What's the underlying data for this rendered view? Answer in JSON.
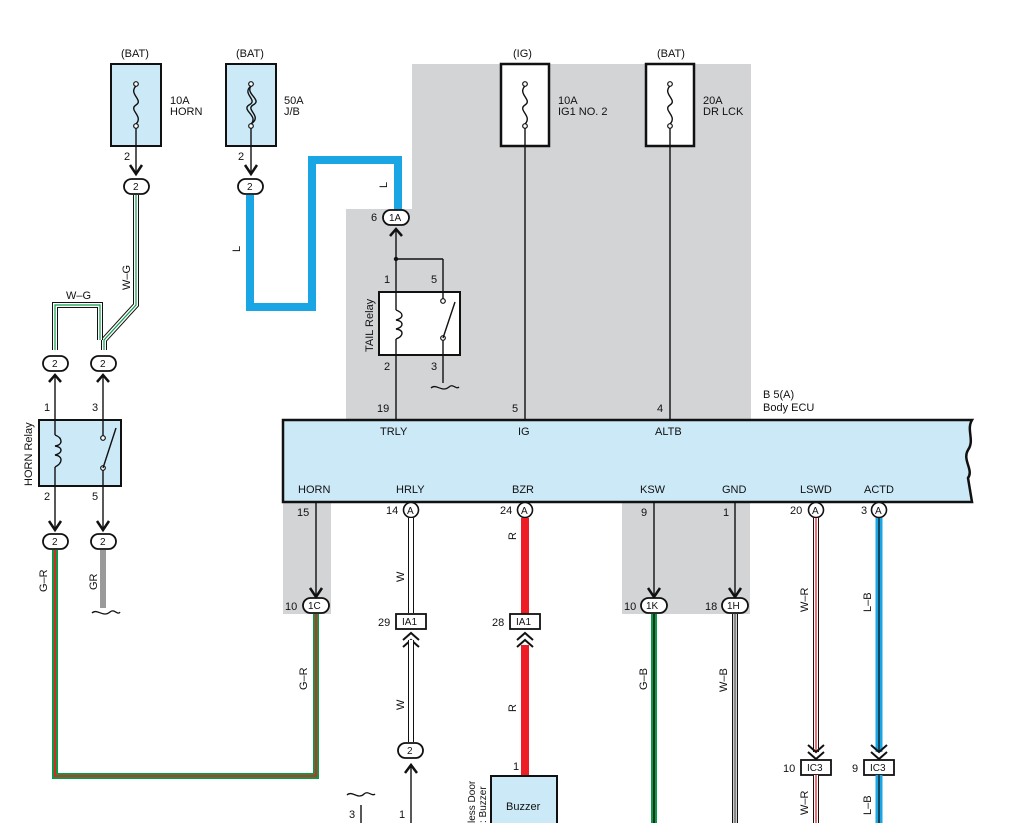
{
  "fuses": [
    {
      "supply": "(BAT)",
      "rating": "10A",
      "name": "HORN",
      "pin": "2"
    },
    {
      "supply": "(BAT)",
      "rating": "50A",
      "name": "J/B",
      "pin": "2"
    },
    {
      "supply": "(IG)",
      "rating": "10A",
      "name": "IG1 NO. 2"
    },
    {
      "supply": "(BAT)",
      "rating": "20A",
      "name": "DR LCK"
    }
  ],
  "junctions": {
    "j2": "2"
  },
  "tail_relay": {
    "label": "TAIL Relay",
    "pin1": "1",
    "pin2": "2",
    "pin3": "3",
    "pin5": "5"
  },
  "horn_relay": {
    "label": "HORN Relay",
    "pin1": "1",
    "pin2": "2",
    "pin3": "3",
    "pin5": "5"
  },
  "ecu": {
    "ref": "B 5(A)",
    "name": "Body ECU",
    "top_pins": [
      {
        "num": "19",
        "name": "TRLY"
      },
      {
        "num": "5",
        "name": "IG"
      },
      {
        "num": "4",
        "name": "ALTB"
      }
    ],
    "bottom_pins": [
      {
        "num": "15",
        "name": "HORN"
      },
      {
        "num": "14",
        "name": "HRLY",
        "conn": "A"
      },
      {
        "num": "24",
        "name": "BZR",
        "conn": "A"
      },
      {
        "num": "9",
        "name": "KSW"
      },
      {
        "num": "1",
        "name": "GND"
      },
      {
        "num": "20",
        "name": "LSWD",
        "conn": "A"
      },
      {
        "num": "3",
        "name": "ACTD",
        "conn": "A"
      }
    ]
  },
  "connectors": {
    "c1A": {
      "pin": "6",
      "id": "1A"
    },
    "c1C": {
      "pin": "10",
      "id": "1C"
    },
    "c1K": {
      "pin": "10",
      "id": "1K"
    },
    "c1H": {
      "pin": "18",
      "id": "1H"
    },
    "cIA1a": {
      "pin": "29",
      "id": "IA1"
    },
    "cIA1b": {
      "pin": "28",
      "id": "IA1"
    },
    "cIC3a": {
      "pin": "10",
      "id": "IC3"
    },
    "cIC3b": {
      "pin": "9",
      "id": "IC3"
    }
  },
  "wire_colors": {
    "L": "L",
    "WG": "W–G",
    "GR_h": "G–R",
    "GR": "GR",
    "W": "W",
    "R": "R",
    "GB": "G–B",
    "WB": "W–B",
    "WR": "W–R",
    "LB": "L–B"
  },
  "buzzer": {
    "label": "Buzzer",
    "side1": "less Door",
    "side2": ": Buzzer",
    "pin": "1"
  },
  "misc_pins": {
    "p3": "3",
    "p1": "1"
  },
  "colors": {
    "ecu_fill": "#cce9f7",
    "shade": "#d3d4d6",
    "blue_wire": "#1aa6e4",
    "red_wire": "#ee1c24",
    "green_wire": "#0a9a46",
    "gray_wire": "#9a9a9a"
  }
}
